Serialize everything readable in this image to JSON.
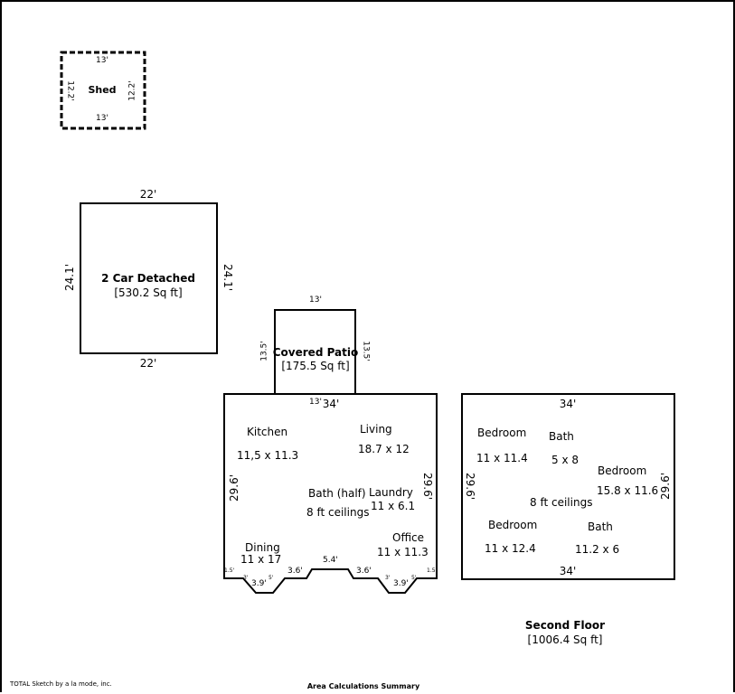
{
  "shed": {
    "name": "Shed",
    "top": "13'",
    "bottom": "13'",
    "left": "12.2'",
    "right": "12.2'"
  },
  "garage": {
    "name": "2 Car Detached",
    "area": "[530.2 Sq ft]",
    "top": "22'",
    "bottom": "22'",
    "left": "24.1'",
    "right": "24.1'"
  },
  "patio": {
    "name": "Covered Patio",
    "area": "[175.5 Sq ft]",
    "top": "13'",
    "bottom": "13'",
    "left": "13.5'",
    "right": "13.5'"
  },
  "first_floor": {
    "top": "34'",
    "left": "29.6'",
    "right": "29.6'",
    "rooms": {
      "kitchen": "Kitchen",
      "kitchen_size": "11,5 x 11.3",
      "living": "Living",
      "living_size": "18.7 x 12",
      "bath_half": "Bath (half)",
      "ceilings": "8 ft ceilings",
      "laundry": "Laundry",
      "laundry_size": "11 x 6.1",
      "office": "Office",
      "office_size": "11 x 11.3",
      "dining": "Dining",
      "dining_size": "11 x 17"
    },
    "bottom_dims": {
      "far_left": "1.5'",
      "left_bay_diag_l": "3'",
      "left_bay": "3.9'",
      "left_bay_diag_r": "5'",
      "left_mid": "3.6'",
      "center": "5.4'",
      "right_mid": "3.6'",
      "right_bay_diag_l": "3'",
      "right_bay": "3.9'",
      "right_bay_diag_r": "5'",
      "far_right": "1.5'"
    }
  },
  "second_floor": {
    "title": "Second Floor",
    "area": "[1006.4 Sq ft]",
    "top": "34'",
    "bottom": "34'",
    "left": "29.6'",
    "right": "29.6'",
    "rooms": {
      "bedroom1": "Bedroom",
      "bedroom1_size": "11 x 11.4",
      "bath1": "Bath",
      "bath1_size": "5 x 8",
      "bedroom2": "Bedroom",
      "bedroom2_size": "15.8 x 11.6",
      "ceilings": "8 ft ceilings",
      "bedroom3": "Bedroom",
      "bedroom3_size": "11 x 12.4",
      "bath2": "Bath",
      "bath2_size": "11.2 x 6"
    }
  },
  "footer": {
    "credit": "TOTAL Sketch by a la mode, inc.",
    "summary": "Area Calculations Summary"
  }
}
